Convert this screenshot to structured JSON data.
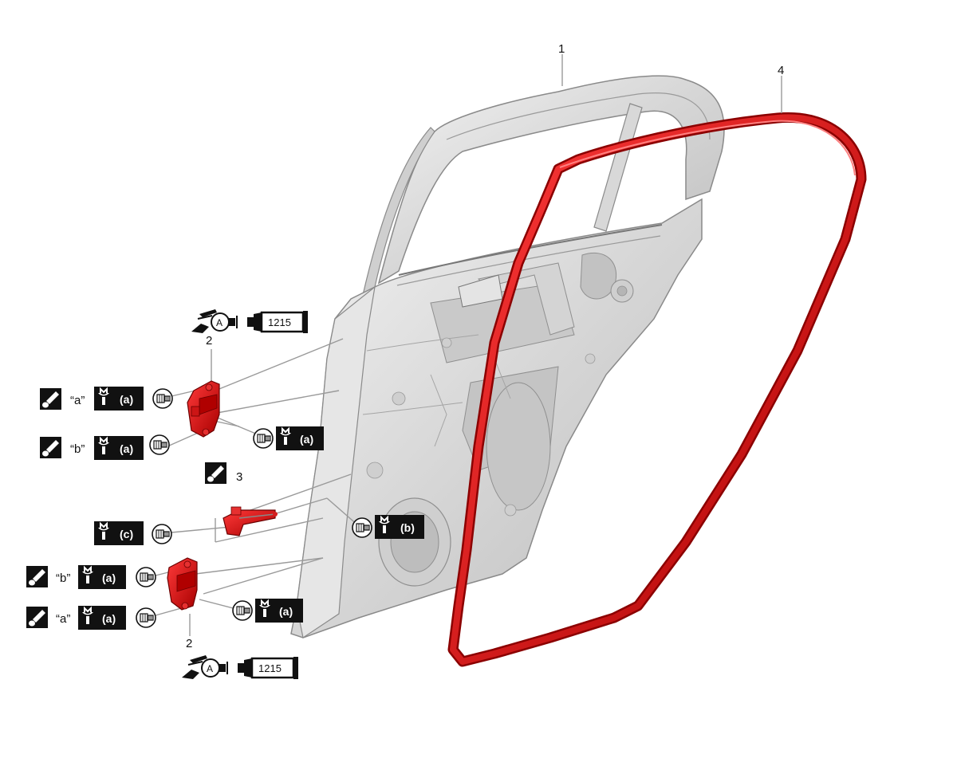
{
  "callouts": {
    "door_panel": "1",
    "hinge_upper": "2",
    "hinge_lower": "2",
    "door_check": "3",
    "weatherstrip": "4"
  },
  "torque": {
    "a": "(a)",
    "b": "(b)",
    "c": "(c)"
  },
  "sequence": {
    "a": "“a”",
    "b": "“b”"
  },
  "grease": {
    "type": "A",
    "code": "1215"
  },
  "icons": {
    "part_color": "#d41f1f",
    "door_color": "#dcdcdc",
    "tighten_icon": "wrench-socket-icon",
    "apply_icon": "grease-brush-icon",
    "grease_gun_icon": "grease-gun-icon",
    "bolt_icon": "bolt-icon"
  }
}
